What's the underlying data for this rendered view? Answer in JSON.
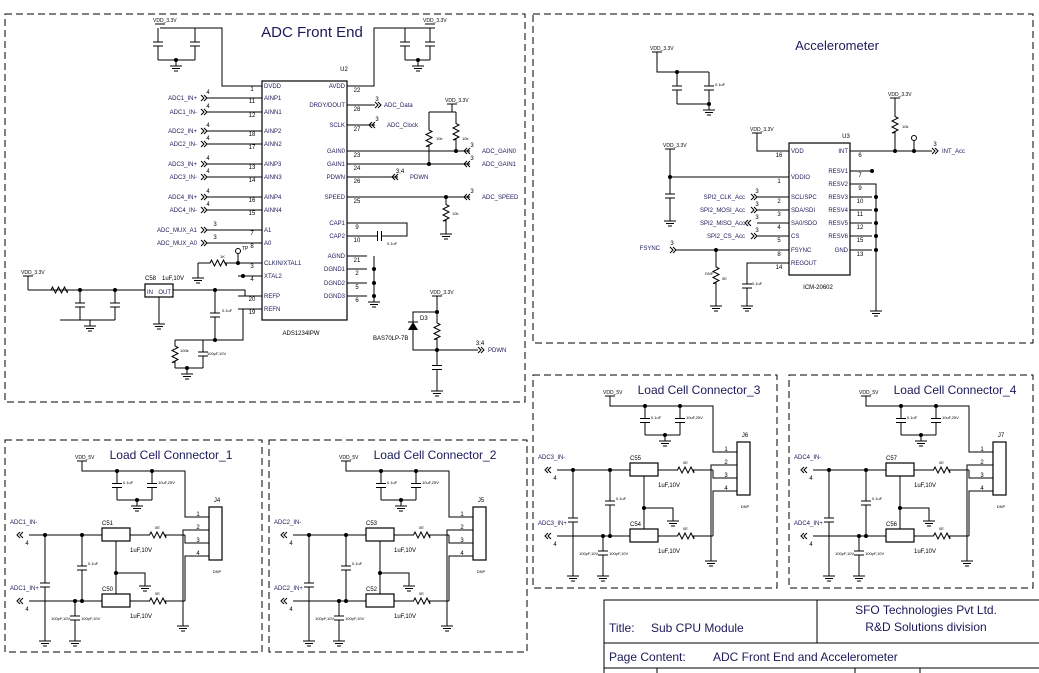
{
  "adc": {
    "title": "ADC Front End",
    "ref": "U2",
    "part": "ADS1234IPW",
    "power": "VDD_3.3V",
    "left_pins": [
      {
        "name": "DVDD",
        "num": "1"
      },
      {
        "name": "AINP1",
        "num": "11"
      },
      {
        "name": "AINN1",
        "num": "12"
      },
      {
        "name": "AINP2",
        "num": "18"
      },
      {
        "name": "AINN2",
        "num": "17"
      },
      {
        "name": "AINP3",
        "num": "13"
      },
      {
        "name": "AINN3",
        "num": "14"
      },
      {
        "name": "AINP4",
        "num": "16"
      },
      {
        "name": "AINN4",
        "num": "15"
      },
      {
        "name": "A1",
        "num": "7"
      },
      {
        "name": "A0",
        "num": "8"
      },
      {
        "name": "CLKIN/XTAL1",
        "num": "3"
      },
      {
        "name": "XTAL2",
        "num": "4"
      },
      {
        "name": "REFP",
        "num": "20"
      },
      {
        "name": "REFN",
        "num": "19"
      }
    ],
    "right_pins": [
      {
        "name": "AVDD",
        "num": "22"
      },
      {
        "name": "DRDY/DOUT",
        "num": "28"
      },
      {
        "name": "SCLK",
        "num": "27"
      },
      {
        "name": "GAIN0",
        "num": "23"
      },
      {
        "name": "GAIN1",
        "num": "24"
      },
      {
        "name": "PDWN",
        "num": "26"
      },
      {
        "name": "SPEED",
        "num": "25"
      },
      {
        "name": "CAP1",
        "num": "9"
      },
      {
        "name": "CAP2",
        "num": "10"
      },
      {
        "name": "AGND",
        "num": "21"
      },
      {
        "name": "DGND1",
        "num": "2"
      },
      {
        "name": "DGND2",
        "num": "5"
      },
      {
        "name": "DGND3",
        "num": "6"
      }
    ],
    "left_nets": [
      {
        "label": "ADC1_IN+",
        "sheet": "4"
      },
      {
        "label": "ADC1_IN-",
        "sheet": "4"
      },
      {
        "label": "ADC2_IN+",
        "sheet": "4"
      },
      {
        "label": "ADC2_IN-",
        "sheet": "4"
      },
      {
        "label": "ADC3_IN+",
        "sheet": "4"
      },
      {
        "label": "ADC3_IN-",
        "sheet": "4"
      },
      {
        "label": "ADC4_IN+",
        "sheet": "4"
      },
      {
        "label": "ADC4_IN-",
        "sheet": "4"
      },
      {
        "label": "ADC_MUX_A1",
        "sheet": "3"
      },
      {
        "label": "ADC_MUX_A0",
        "sheet": "3"
      }
    ],
    "right_nets": [
      {
        "label": "ADC_Data",
        "sheet": "3"
      },
      {
        "label": "ADC_Clock",
        "sheet": "3"
      },
      {
        "label": "ADC_GAIN0",
        "sheet": "3"
      },
      {
        "label": "ADC_GAIN1",
        "sheet": "3"
      },
      {
        "label": "PDWN",
        "sheet": "3;4"
      },
      {
        "label": "ADC_SPEED",
        "sheet": "3"
      }
    ],
    "regulator": {
      "ref": "C58",
      "value": "1uF,10V",
      "pin_in": "IN",
      "pin_out": "OUT",
      "pin_gnd": "GND"
    },
    "diode": {
      "ref": "D3",
      "part": "BAS70LP-7B"
    },
    "pdwn_net": {
      "label": "PDWN",
      "sheet": "3;4"
    },
    "test_point": "TP",
    "resistor_values": [
      "10k",
      "10k",
      "10k",
      "100k",
      "1K"
    ],
    "cap_values": [
      "0.1uF",
      "0.1uF",
      "0.1uF",
      "100pF,10V"
    ]
  },
  "accel": {
    "title": "Accelerometer",
    "ref": "U3",
    "part": "ICM-20602",
    "power": "VDD_3.3V",
    "left_pins": [
      {
        "name": "VDD",
        "num": "16"
      },
      {
        "name": "VDDIO",
        "num": "1"
      },
      {
        "name": "SCL/SPC",
        "num": "2"
      },
      {
        "name": "SDA/SDI",
        "num": "3"
      },
      {
        "name": "SA0/SDO",
        "num": "4"
      },
      {
        "name": "CS",
        "num": "5"
      },
      {
        "name": "FSYNC",
        "num": "8"
      },
      {
        "name": "REGOUT",
        "num": "14"
      }
    ],
    "right_pins": [
      {
        "name": "INT",
        "num": "6"
      },
      {
        "name": "RESV1",
        "num": "7"
      },
      {
        "name": "RESV2",
        "num": "9"
      },
      {
        "name": "RESV3",
        "num": "10"
      },
      {
        "name": "RESV4",
        "num": "11"
      },
      {
        "name": "RESV5",
        "num": "12"
      },
      {
        "name": "RESV6",
        "num": "15"
      },
      {
        "name": "GND",
        "num": "13"
      }
    ],
    "spi_nets": [
      {
        "label": "SPI2_CLK_Acc",
        "sheet": "3"
      },
      {
        "label": "SPI2_MOSI_Acc",
        "sheet": "3"
      },
      {
        "label": "SPI2_MISO_Acc",
        "sheet": "3"
      },
      {
        "label": "SPI2_CS_Acc",
        "sheet": "3"
      }
    ],
    "fsync_net": {
      "label": "FSYNC",
      "sheet": "3"
    },
    "int_net": {
      "label": "INT_Acc",
      "sheet": "3"
    },
    "dnp": "DNP",
    "resistor_values": [
      "10k",
      "0E"
    ],
    "cap_values": [
      "0.1uF",
      "0.1uF"
    ]
  },
  "connectors": [
    {
      "title": "Load Cell Connector_1",
      "power": "VDD_5V",
      "neg": "ADC1_IN-",
      "pos": "ADC1_IN+",
      "sheet": "4",
      "ref": "J4",
      "u_top": "C51",
      "u_bot": "C50",
      "u_value": "1uF,10V",
      "dnp": "DNP",
      "pins": [
        "1",
        "2",
        "3",
        "4"
      ],
      "r_value": "0E",
      "cap_values": [
        "0.1uF",
        "10uF,25V",
        "0.1uF",
        "100pF,10V",
        "100pF,10V"
      ]
    },
    {
      "title": "Load Cell Connector_2",
      "power": "VDD_5V",
      "neg": "ADC2_IN-",
      "pos": "ADC2_IN+",
      "sheet": "4",
      "ref": "J5",
      "u_top": "C53",
      "u_bot": "C52",
      "u_value": "1uF,10V",
      "dnp": "DNP",
      "pins": [
        "1",
        "2",
        "3",
        "4"
      ],
      "r_value": "0E",
      "cap_values": [
        "0.1uF",
        "10uF,25V",
        "0.1uF",
        "100pF,10V",
        "100pF,10V"
      ]
    },
    {
      "title": "Load Cell Connector_3",
      "power": "VDD_5V",
      "neg": "ADC3_IN-",
      "pos": "ADC3_IN+",
      "sheet": "4",
      "ref": "J6",
      "u_top": "C55",
      "u_bot": "C54",
      "u_value": "1uF,10V",
      "dnp": "DNP",
      "pins": [
        "1",
        "2",
        "3",
        "4"
      ],
      "r_value": "0E",
      "cap_values": [
        "0.1uF",
        "10uF,25V",
        "0.1uF",
        "100pF,10V",
        "100pF,10V"
      ]
    },
    {
      "title": "Load Cell Connector_4",
      "power": "VDD_5V",
      "neg": "ADC4_IN-",
      "pos": "ADC4_IN+",
      "sheet": "4",
      "ref": "J7",
      "u_top": "C57",
      "u_bot": "C56",
      "u_value": "1uF,10V",
      "dnp": "DNP",
      "pins": [
        "1",
        "2",
        "3",
        "4"
      ],
      "r_value": "0E",
      "cap_values": [
        "0.1uF",
        "10uF,25V",
        "0.1uF",
        "100pF,10V",
        "100pF,10V"
      ]
    }
  ],
  "title_block": {
    "title_label": "Title:",
    "title_value": "Sub CPU Module",
    "company": "SFO Technologies Pvt Ltd.",
    "division": "R&D Solutions division",
    "content_label": "Page Content:",
    "content_value": "ADC Front End and Accelerometer"
  }
}
